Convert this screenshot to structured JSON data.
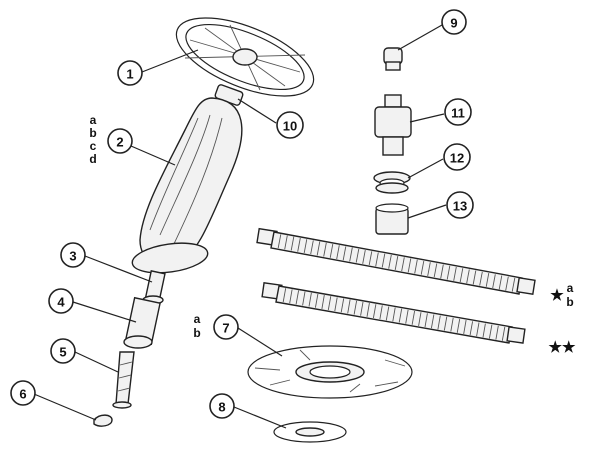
{
  "callouts": [
    {
      "id": "1",
      "label": "1"
    },
    {
      "id": "2",
      "label": "2"
    },
    {
      "id": "3",
      "label": "3"
    },
    {
      "id": "4",
      "label": "4"
    },
    {
      "id": "5",
      "label": "5"
    },
    {
      "id": "6",
      "label": "6"
    },
    {
      "id": "7",
      "label": "7"
    },
    {
      "id": "8",
      "label": "8"
    },
    {
      "id": "9",
      "label": "9"
    },
    {
      "id": "10",
      "label": "10"
    },
    {
      "id": "11",
      "label": "11"
    },
    {
      "id": "12",
      "label": "12"
    },
    {
      "id": "13",
      "label": "13"
    }
  ],
  "variant_letters": {
    "part2": [
      "a",
      "b",
      "c",
      "d"
    ],
    "part7": [
      "a",
      "b"
    ],
    "hose_upper": [
      "a",
      "b"
    ]
  },
  "stars": {
    "hose_upper": "★",
    "hose_lower": "★★"
  }
}
